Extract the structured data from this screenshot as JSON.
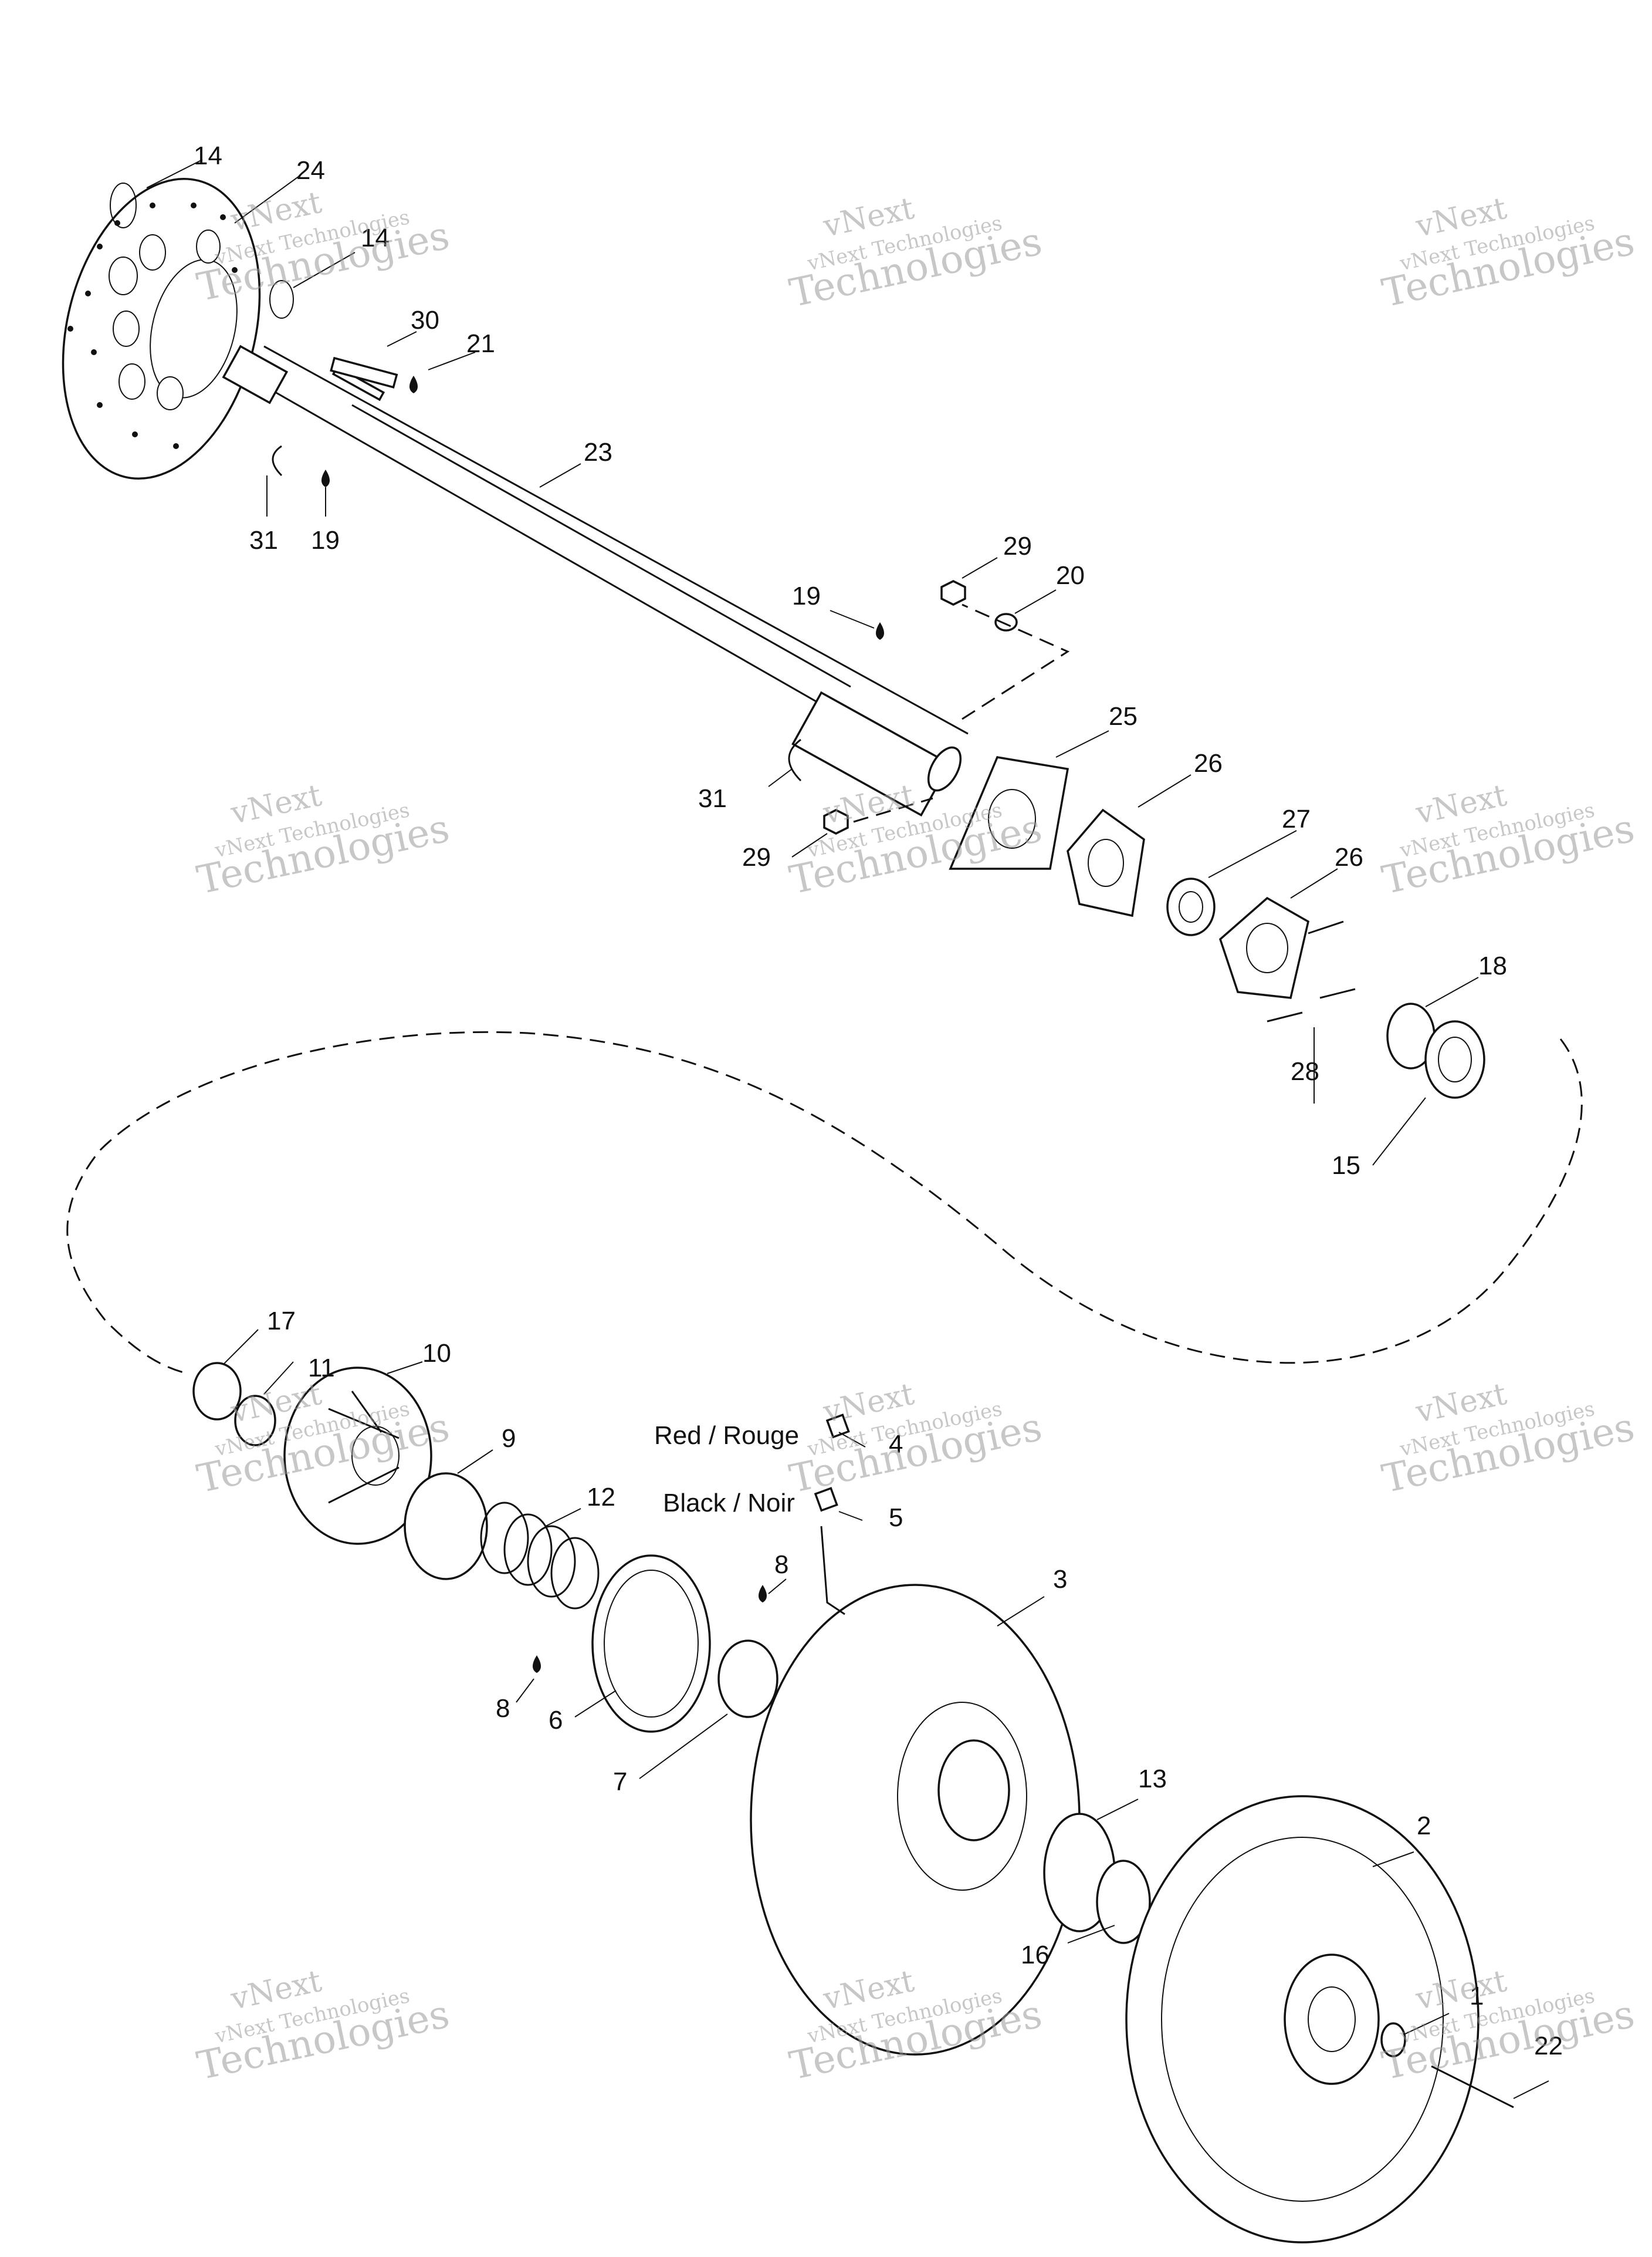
{
  "callouts": [
    "1",
    "2",
    "3",
    "4",
    "5",
    "6",
    "7",
    "8",
    "8",
    "9",
    "10",
    "11",
    "12",
    "13",
    "14",
    "14",
    "15",
    "16",
    "17",
    "18",
    "19",
    "19",
    "20",
    "21",
    "22",
    "23",
    "24",
    "25",
    "26",
    "26",
    "27",
    "28",
    "29",
    "29",
    "30",
    "31",
    "31"
  ],
  "notes": {
    "red": "Red / Rouge",
    "black": "Black / Noir"
  },
  "watermark": {
    "line1": "vNext",
    "line2": "vNext Technologies",
    "line3": "Technologies"
  }
}
